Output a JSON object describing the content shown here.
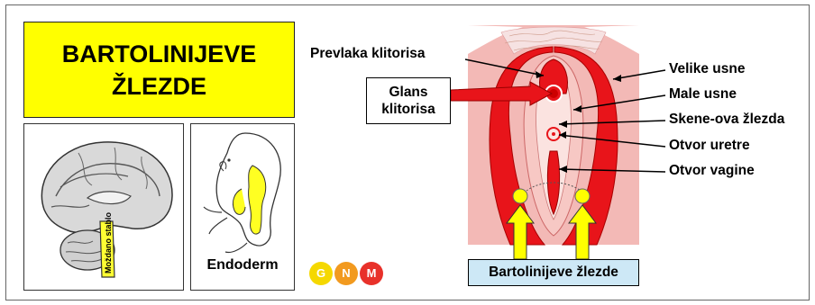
{
  "title": {
    "line1": "BARTOLINIJEVE",
    "line2": "ŽLEZDE"
  },
  "brain": {
    "label": "Moždano stablo"
  },
  "embryo": {
    "label": "Endoderm"
  },
  "logo": {
    "letters": [
      "G",
      "N",
      "M"
    ],
    "colors": [
      "#f5d800",
      "#f29a1f",
      "#e8312a"
    ]
  },
  "diagram": {
    "labels": {
      "prevlaka": "Prevlaka klitorisa",
      "glans_line1": "Glans",
      "glans_line2": "klitorisa",
      "velike_usne": "Velike usne",
      "male_usne": "Male usne",
      "skene": "Skene-ova žlezda",
      "otvor_uretre": "Otvor uretre",
      "otvor_vagine": "Otvor vagine",
      "bartolin": "Bartolinijeve žlezde"
    },
    "colors": {
      "red": "#e8141a",
      "yellow": "#ffff00",
      "skin": "#f3b9b6",
      "box_blue": "#cde8f6"
    }
  }
}
